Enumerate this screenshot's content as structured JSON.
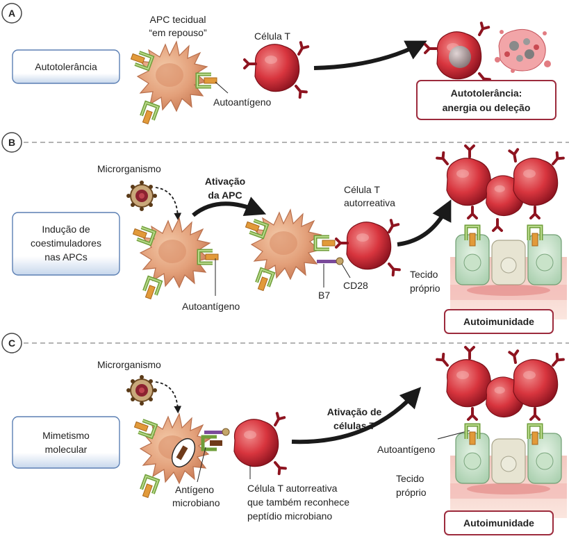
{
  "panels": {
    "a": {
      "letter": "A",
      "label": "Autotolerância",
      "apc_line1": "APC tecidual",
      "apc_line2": "“em repouso”",
      "tcell": "Célula T",
      "autoantigen": "Autoantígeno",
      "outcome_line1": "Autotolerância:",
      "outcome_line2": "anergia ou deleção"
    },
    "b": {
      "letter": "B",
      "label_line1": "Indução de",
      "label_line2": "coestimuladores",
      "label_line3": "nas APCs",
      "microbe": "Microrganismo",
      "activation_line1": "Ativação",
      "activation_line2": "da APC",
      "autoantigen": "Autoantígeno",
      "tcell_line1": "Célula T",
      "tcell_line2": "autorreativa",
      "b7": "B7",
      "cd28": "CD28",
      "tissue_line1": "Tecido",
      "tissue_line2": "próprio",
      "outcome": "Autoimunidade"
    },
    "c": {
      "letter": "C",
      "label_line1": "Mimetismo",
      "label_line2": "molecular",
      "microbe": "Microrganismo",
      "microbial_antigen_line1": "Antígeno",
      "microbial_antigen_line2": "microbiano",
      "tcell_line1": "Célula T autorreativa",
      "tcell_line2": "que também reconhece",
      "tcell_line3": "peptídio microbiano",
      "activation_line1": "Ativação de",
      "activation_line2": "células T",
      "autoantigen": "Autoantígeno",
      "tissue_line1": "Tecido",
      "tissue_line2": "próprio",
      "outcome": "Autoimunidade"
    }
  }
}
